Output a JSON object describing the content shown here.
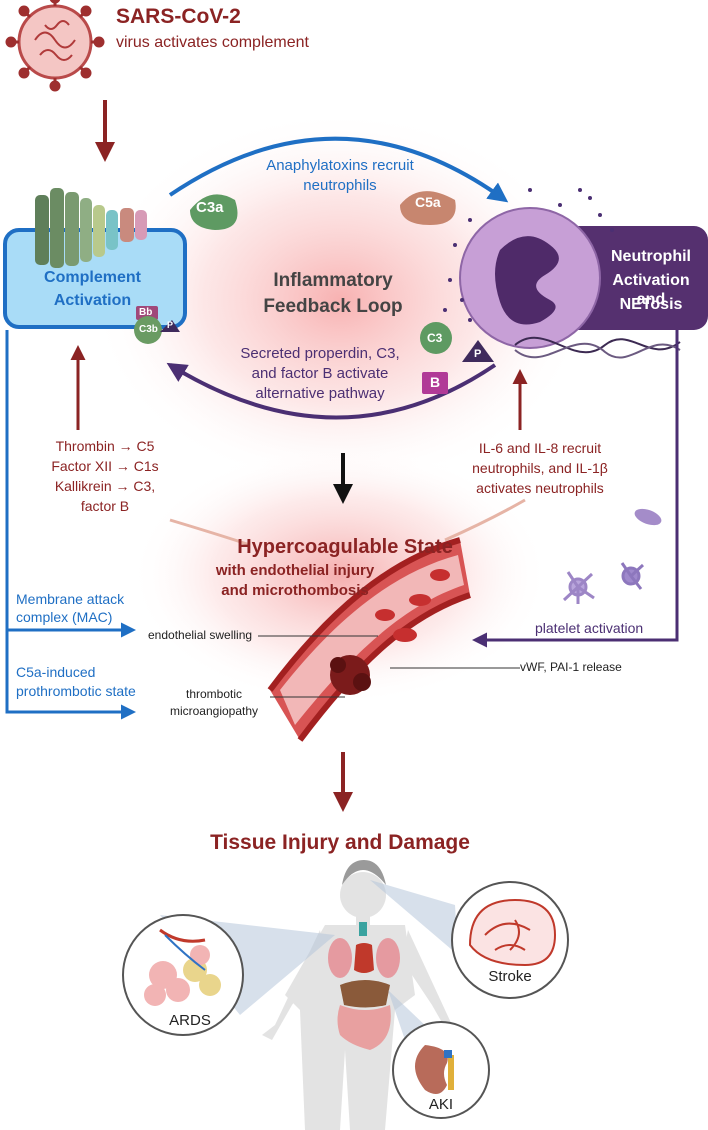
{
  "virus": {
    "title": "SARS-CoV-2",
    "subtitle": "virus activates complement"
  },
  "complement": {
    "label_line1": "Complement",
    "label_line2": "Activation",
    "chips": [
      "Bb",
      "C3b",
      "P"
    ]
  },
  "neutrophil": {
    "label_line1": "Neutrophil",
    "label_line2": "Activation and",
    "label_line3": "NETosis"
  },
  "loop": {
    "title_line1": "Inflammatory",
    "title_line2": "Feedback Loop",
    "top_text_line1": "Anaphylatoxins recruit",
    "top_text_line2": "neutrophils",
    "bottom_text_line1": "Secreted properdin, C3,",
    "bottom_text_line2": "and factor B activate",
    "bottom_text_line3": "alternative pathway",
    "chips": [
      "C3a",
      "C5a",
      "C3",
      "P",
      "B"
    ]
  },
  "coag_to_complement": {
    "line1": "Thrombin → C5",
    "line2": "Factor XII → C1s",
    "line3": "Kallikrein → C3,",
    "line4": "factor B"
  },
  "interleukins": {
    "line1": "IL-6 and IL-8 recruit",
    "line2": "neutrophils, and IL-1β",
    "line3": "activates neutrophils"
  },
  "hypercoag": {
    "title": "Hypercoagulable State",
    "subtitle_line1": "with endothelial injury",
    "subtitle_line2": "and microthombosis"
  },
  "left_paths": {
    "mac_line1": "Membrane attack",
    "mac_line2": "complex (MAC)",
    "c5a_line1": "C5a-induced",
    "c5a_line2": "prothrombotic state"
  },
  "vessel_labels": {
    "swelling": "endothelial swelling",
    "vwf": "vWF, PAI-1 release",
    "tma_line1": "thrombotic",
    "tma_line2": "microangiopathy"
  },
  "platelet": {
    "label": "platelet activation"
  },
  "tissue": {
    "title": "Tissue Injury and Damage",
    "ards": "ARDS",
    "stroke": "Stroke",
    "aki": "AKI"
  },
  "colors": {
    "dark_red": "#8b2323",
    "blue": "#1f6fc4",
    "purple": "#4b2f73",
    "complement_fill": "#a9dcf7",
    "neutrophil_fill": "#55306f"
  }
}
